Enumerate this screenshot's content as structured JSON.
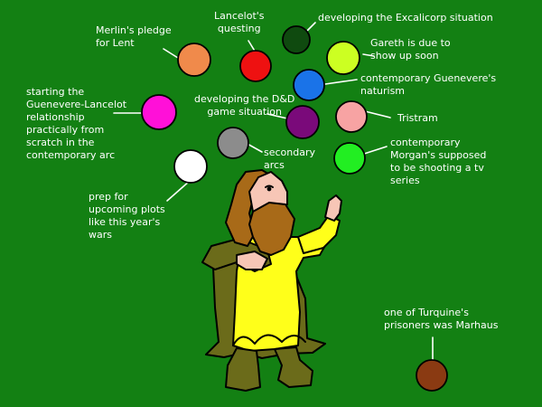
{
  "labels": {
    "merlin": "Merlin's pledge\nfor Lent",
    "lancelot": "Lancelot's\nquesting",
    "excalicorp": "developing the Excalicorp situation",
    "gareth": "Gareth is due to\nshow up soon",
    "guenevere_naturism": "contemporary Guenevere's\nnaturism",
    "relationship": "starting the\nGuenevere-Lancelot\nrelationship\npractically from\nscratch in the\ncontemporary arc",
    "dnd": "developing the D&D\ngame situation",
    "tristram": "Tristram",
    "secondary": "secondary\narcs",
    "morgan": "contemporary\nMorgan's supposed\nto be shooting a tv\nseries",
    "prep": "prep for\nupcoming plots\nlike this year's\nwars",
    "turquine": "one of Turquine's\nprisoners was Marhaus"
  },
  "colors": {
    "background": "#138013",
    "ball_merlin": "#f08a4b",
    "ball_lancelot": "#ee1111",
    "ball_excalicorp": "#0f4a0f",
    "ball_gareth": "#ccff22",
    "ball_guenevere": "#1a73e8",
    "ball_relationship": "#ff10d8",
    "ball_dnd": "#7a0a7a",
    "ball_tristram": "#f7a3a3",
    "ball_secondary": "#8c8c8c",
    "ball_morgan": "#22ee22",
    "ball_prep": "#ffffff",
    "ball_turquine": "#8a3a12",
    "robe": "#ffff1a",
    "cloak": "#6b6b1a",
    "hair": "#a86a18",
    "skin": "#f7c6b6"
  }
}
